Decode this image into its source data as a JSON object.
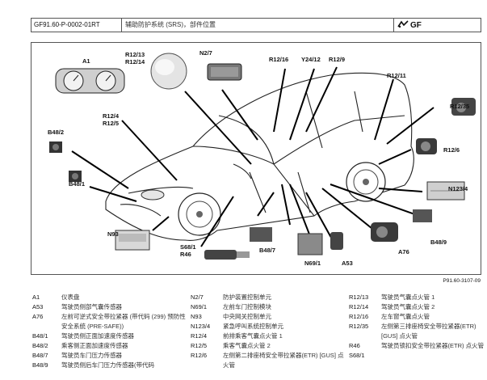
{
  "header": {
    "code": "GF91.60-P-0002-01RT",
    "title": "辅助防护系统 (SRS)，部件位置",
    "logo_text": "GF"
  },
  "figure_id": "P91.60-3107-09",
  "callouts": {
    "a1": "A1",
    "r12_13": "R12/13",
    "r12_14": "R12/14",
    "n2_7": "N2/7",
    "r12_16": "R12/16",
    "y24_12": "Y24/12",
    "r12_9": "R12/9",
    "r12_11": "R12/11",
    "r12_4": "R12/4",
    "r12_5": "R12/5",
    "r12_35": "R12/35",
    "b48_2": "B48/2",
    "r12_6": "R12/6",
    "b48_1": "B48/1",
    "n123_4": "N123/4",
    "n93": "N93",
    "s68_1": "S68/1",
    "r46": "R46",
    "b48_7": "B48/7",
    "n69_1": "N69/1",
    "a53": "A53",
    "a76": "A76",
    "b48_9": "B48/9"
  },
  "legend": {
    "col1": [
      {
        "key": "A1",
        "value": "仪表盘"
      },
      {
        "key": "A53",
        "value": "驾驶员侧部气囊传感器"
      },
      {
        "key": "A76",
        "value": "左前可逆式安全带拉紧器 (带代码 (299) 预防性安全系统 (PRE-SAFE))"
      },
      {
        "key": "B48/1",
        "value": "驾驶员侧正面加速度传感器"
      },
      {
        "key": "B48/2",
        "value": "乘客侧正面加速度传感器"
      },
      {
        "key": "B48/7",
        "value": "驾驶员车门压力传感器"
      },
      {
        "key": "B48/9",
        "value": "驾驶员侧后车门压力传感器(带代码"
      }
    ],
    "col2": [
      {
        "key": "N2/7",
        "value": "防护装置控制单元"
      },
      {
        "key": "N69/1",
        "value": "左前车门控制模块"
      },
      {
        "key": "N93",
        "value": "中央网关控制单元"
      },
      {
        "key": "N123/4",
        "value": "紧急呼叫系统控制单元"
      },
      {
        "key": "R12/4",
        "value": "前排乘客气囊点火管 1"
      },
      {
        "key": "R12/5",
        "value": "乘客气囊点火管 2"
      },
      {
        "key": "R12/6",
        "value": "左侧第二排座椅安全带拉紧器(ETR) [GUS] 点火管"
      }
    ],
    "col3": [
      {
        "key": "R12/13",
        "value": "驾驶员气囊点火管 1"
      },
      {
        "key": "R12/14",
        "value": "驾驶员气囊点火管 2"
      },
      {
        "key": "R12/16",
        "value": "左车窗气囊点火管"
      },
      {
        "key": "R12/35",
        "value": "左侧第三排座椅安全带拉紧器(ETR) [GUS] 点火管"
      },
      {
        "key": "R46",
        "value": "驾驶员锁扣安全带拉紧器(ETR) 点火管"
      },
      {
        "key": "S68/1",
        "value": ""
      }
    ]
  }
}
